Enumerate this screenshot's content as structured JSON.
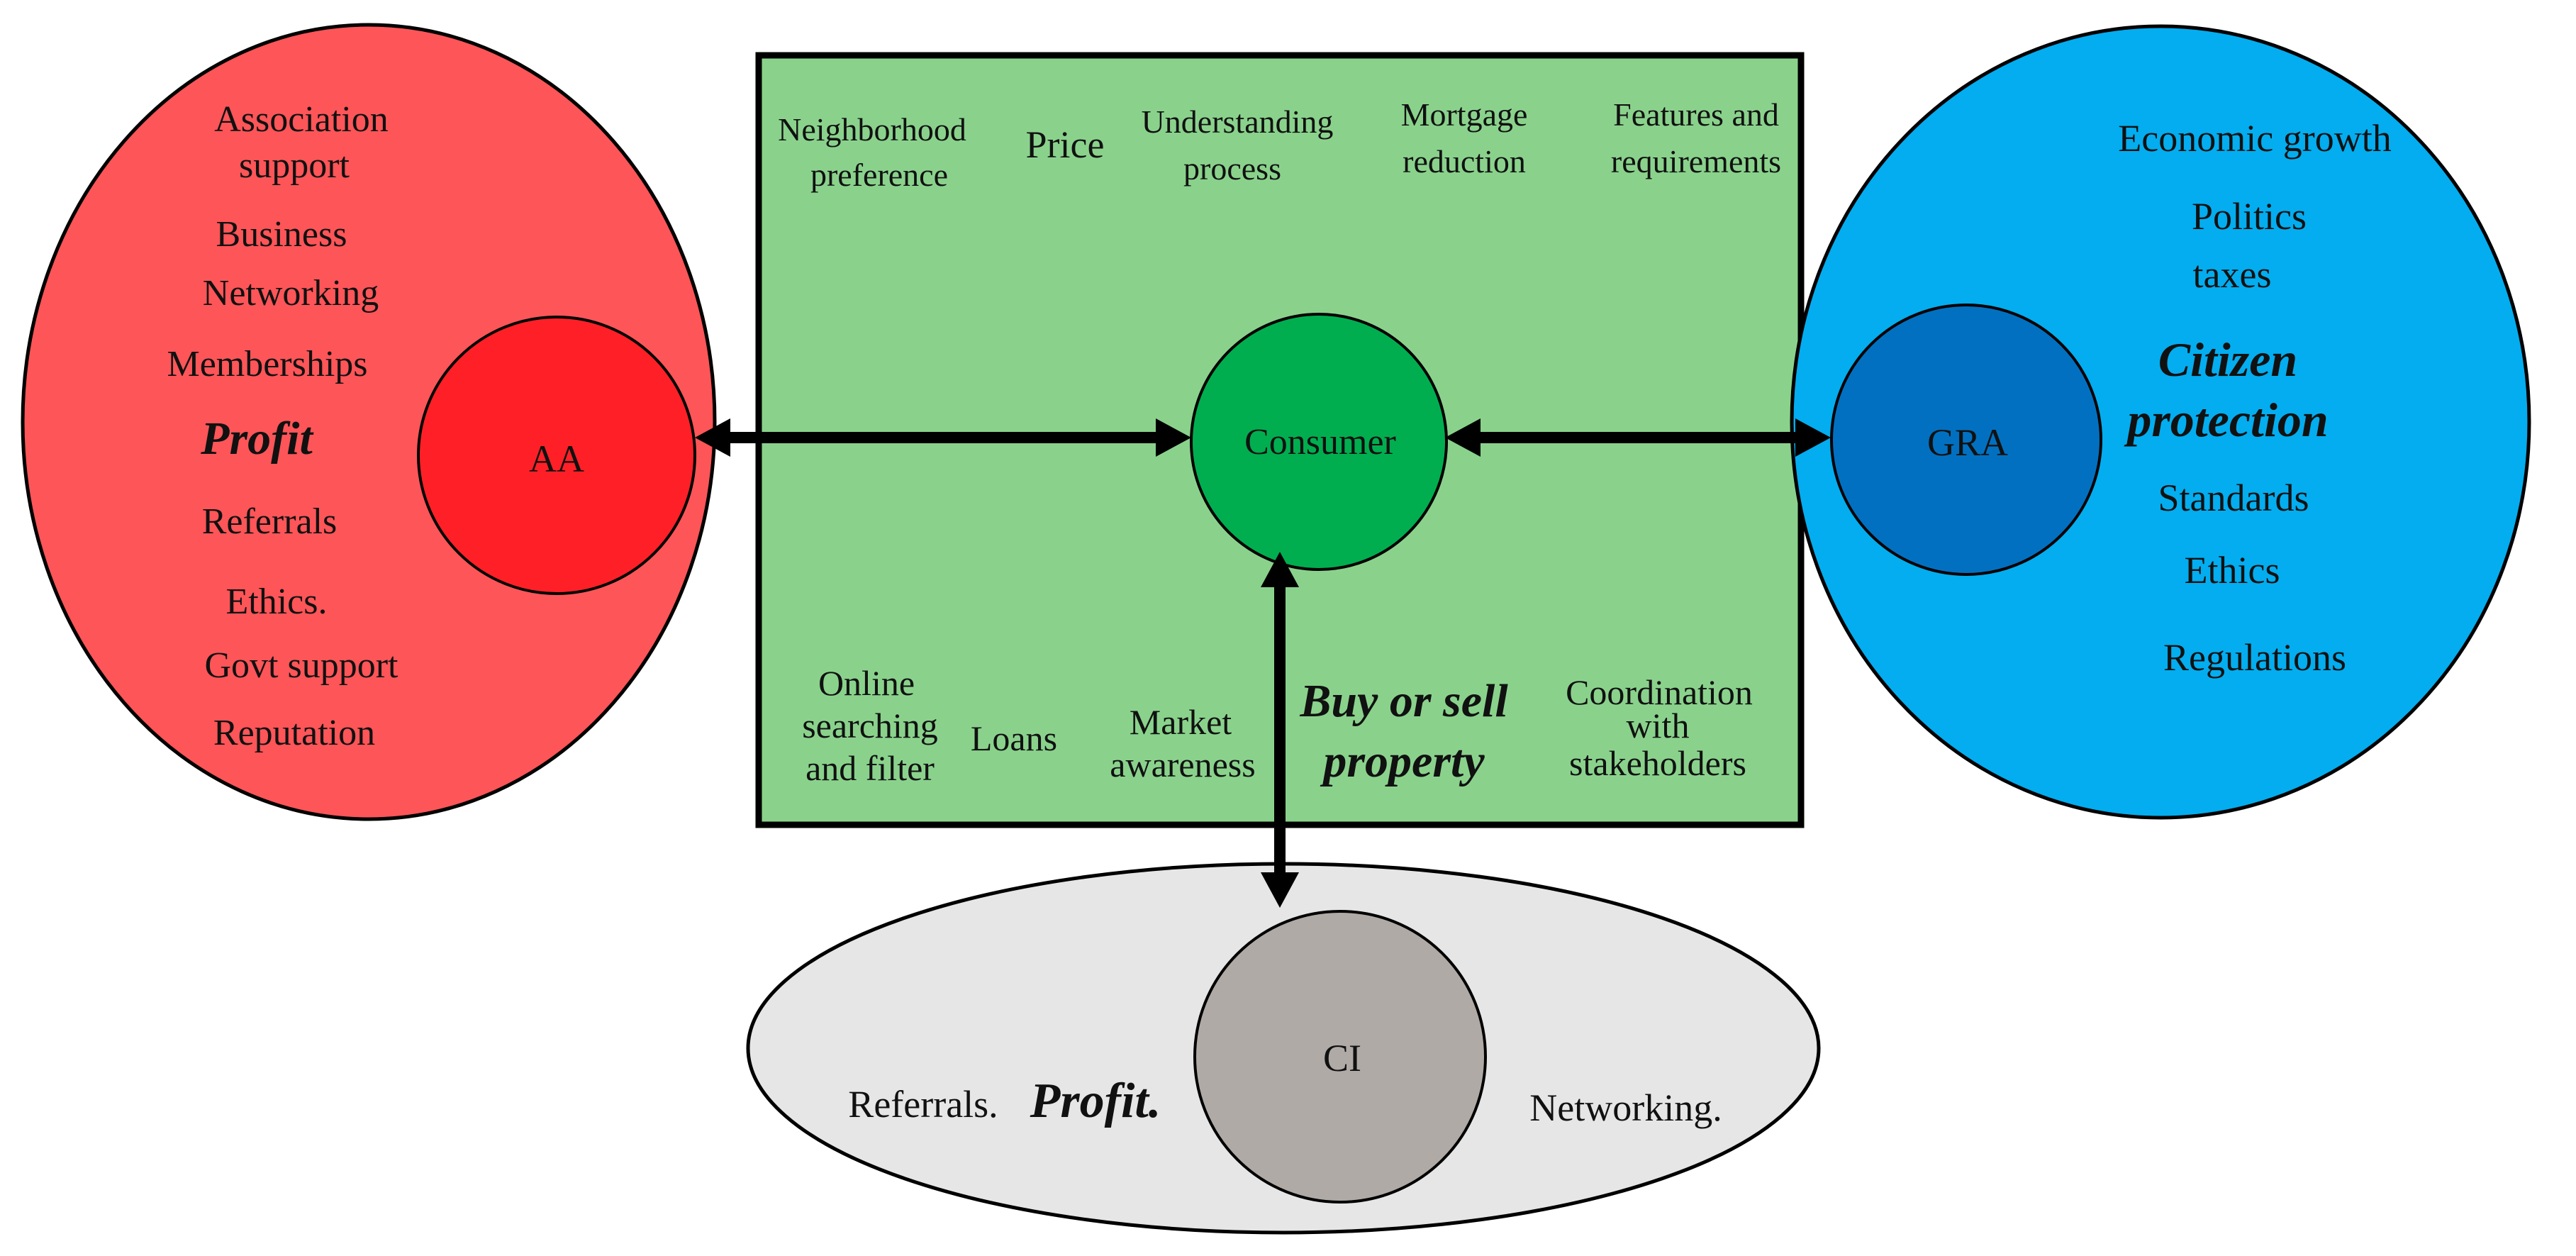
{
  "colors": {
    "aa_outer": "#fd5558",
    "aa_inner": "#ff2027",
    "gra_outer": "#03adef",
    "gra_inner": "#0270c0",
    "ci_outer": "#e6e6e6",
    "ci_inner": "#b0aaa7",
    "consumer_box": "#8ad28c",
    "consumer_circle": "#01ae4f",
    "stroke": "#000000"
  },
  "aa": {
    "node": "AA",
    "items": [
      "Association",
      "support",
      "Business",
      "Networking",
      "Memberships",
      "Profit",
      "Referrals",
      "Ethics.",
      "Govt support",
      "Reputation"
    ]
  },
  "consumer": {
    "node": "Consumer",
    "top": [
      "Neighborhood",
      "preference",
      "Price",
      "Understanding",
      "process",
      "Mortgage",
      "reduction",
      "Features and",
      "requirements"
    ],
    "bottom": [
      "Online",
      "searching",
      "and filter",
      "Loans",
      "Market",
      "awareness",
      "Buy or sell",
      "property",
      "Coordination",
      "with",
      "stakeholders"
    ]
  },
  "gra": {
    "node": "GRA",
    "items": [
      "Economic growth",
      "Politics",
      "taxes",
      "Citizen",
      "protection",
      "Standards",
      "Ethics",
      "Regulations"
    ]
  },
  "ci": {
    "node": "CI",
    "items": [
      "Referrals.",
      "Profit.",
      "Networking."
    ]
  }
}
